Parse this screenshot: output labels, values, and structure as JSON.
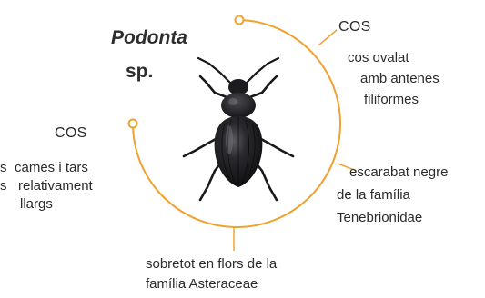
{
  "species": {
    "genus": "Podonta",
    "epithet": "sp."
  },
  "colors": {
    "accent": "#f0a230",
    "text": "#2b2b2b",
    "beetle": "#1a1a1c"
  },
  "illustration": {
    "subject": "beetle-illustration"
  },
  "annotations": {
    "top_right": {
      "heading": "COS",
      "lines": [
        "cos ovalat",
        "amb antenes",
        "filiformes"
      ]
    },
    "left": {
      "heading": "COS",
      "lines": [
        "cames i tars",
        "relativament",
        "llargs"
      ]
    },
    "left_cutoff": {
      "line1": "s",
      "line2": "s"
    },
    "right": {
      "lines": [
        "escarabat negre",
        "de la família",
        "Tenebrionidae"
      ]
    },
    "bottom": {
      "lines": [
        "sobretot en flors de la",
        "família Asteraceae"
      ]
    }
  }
}
